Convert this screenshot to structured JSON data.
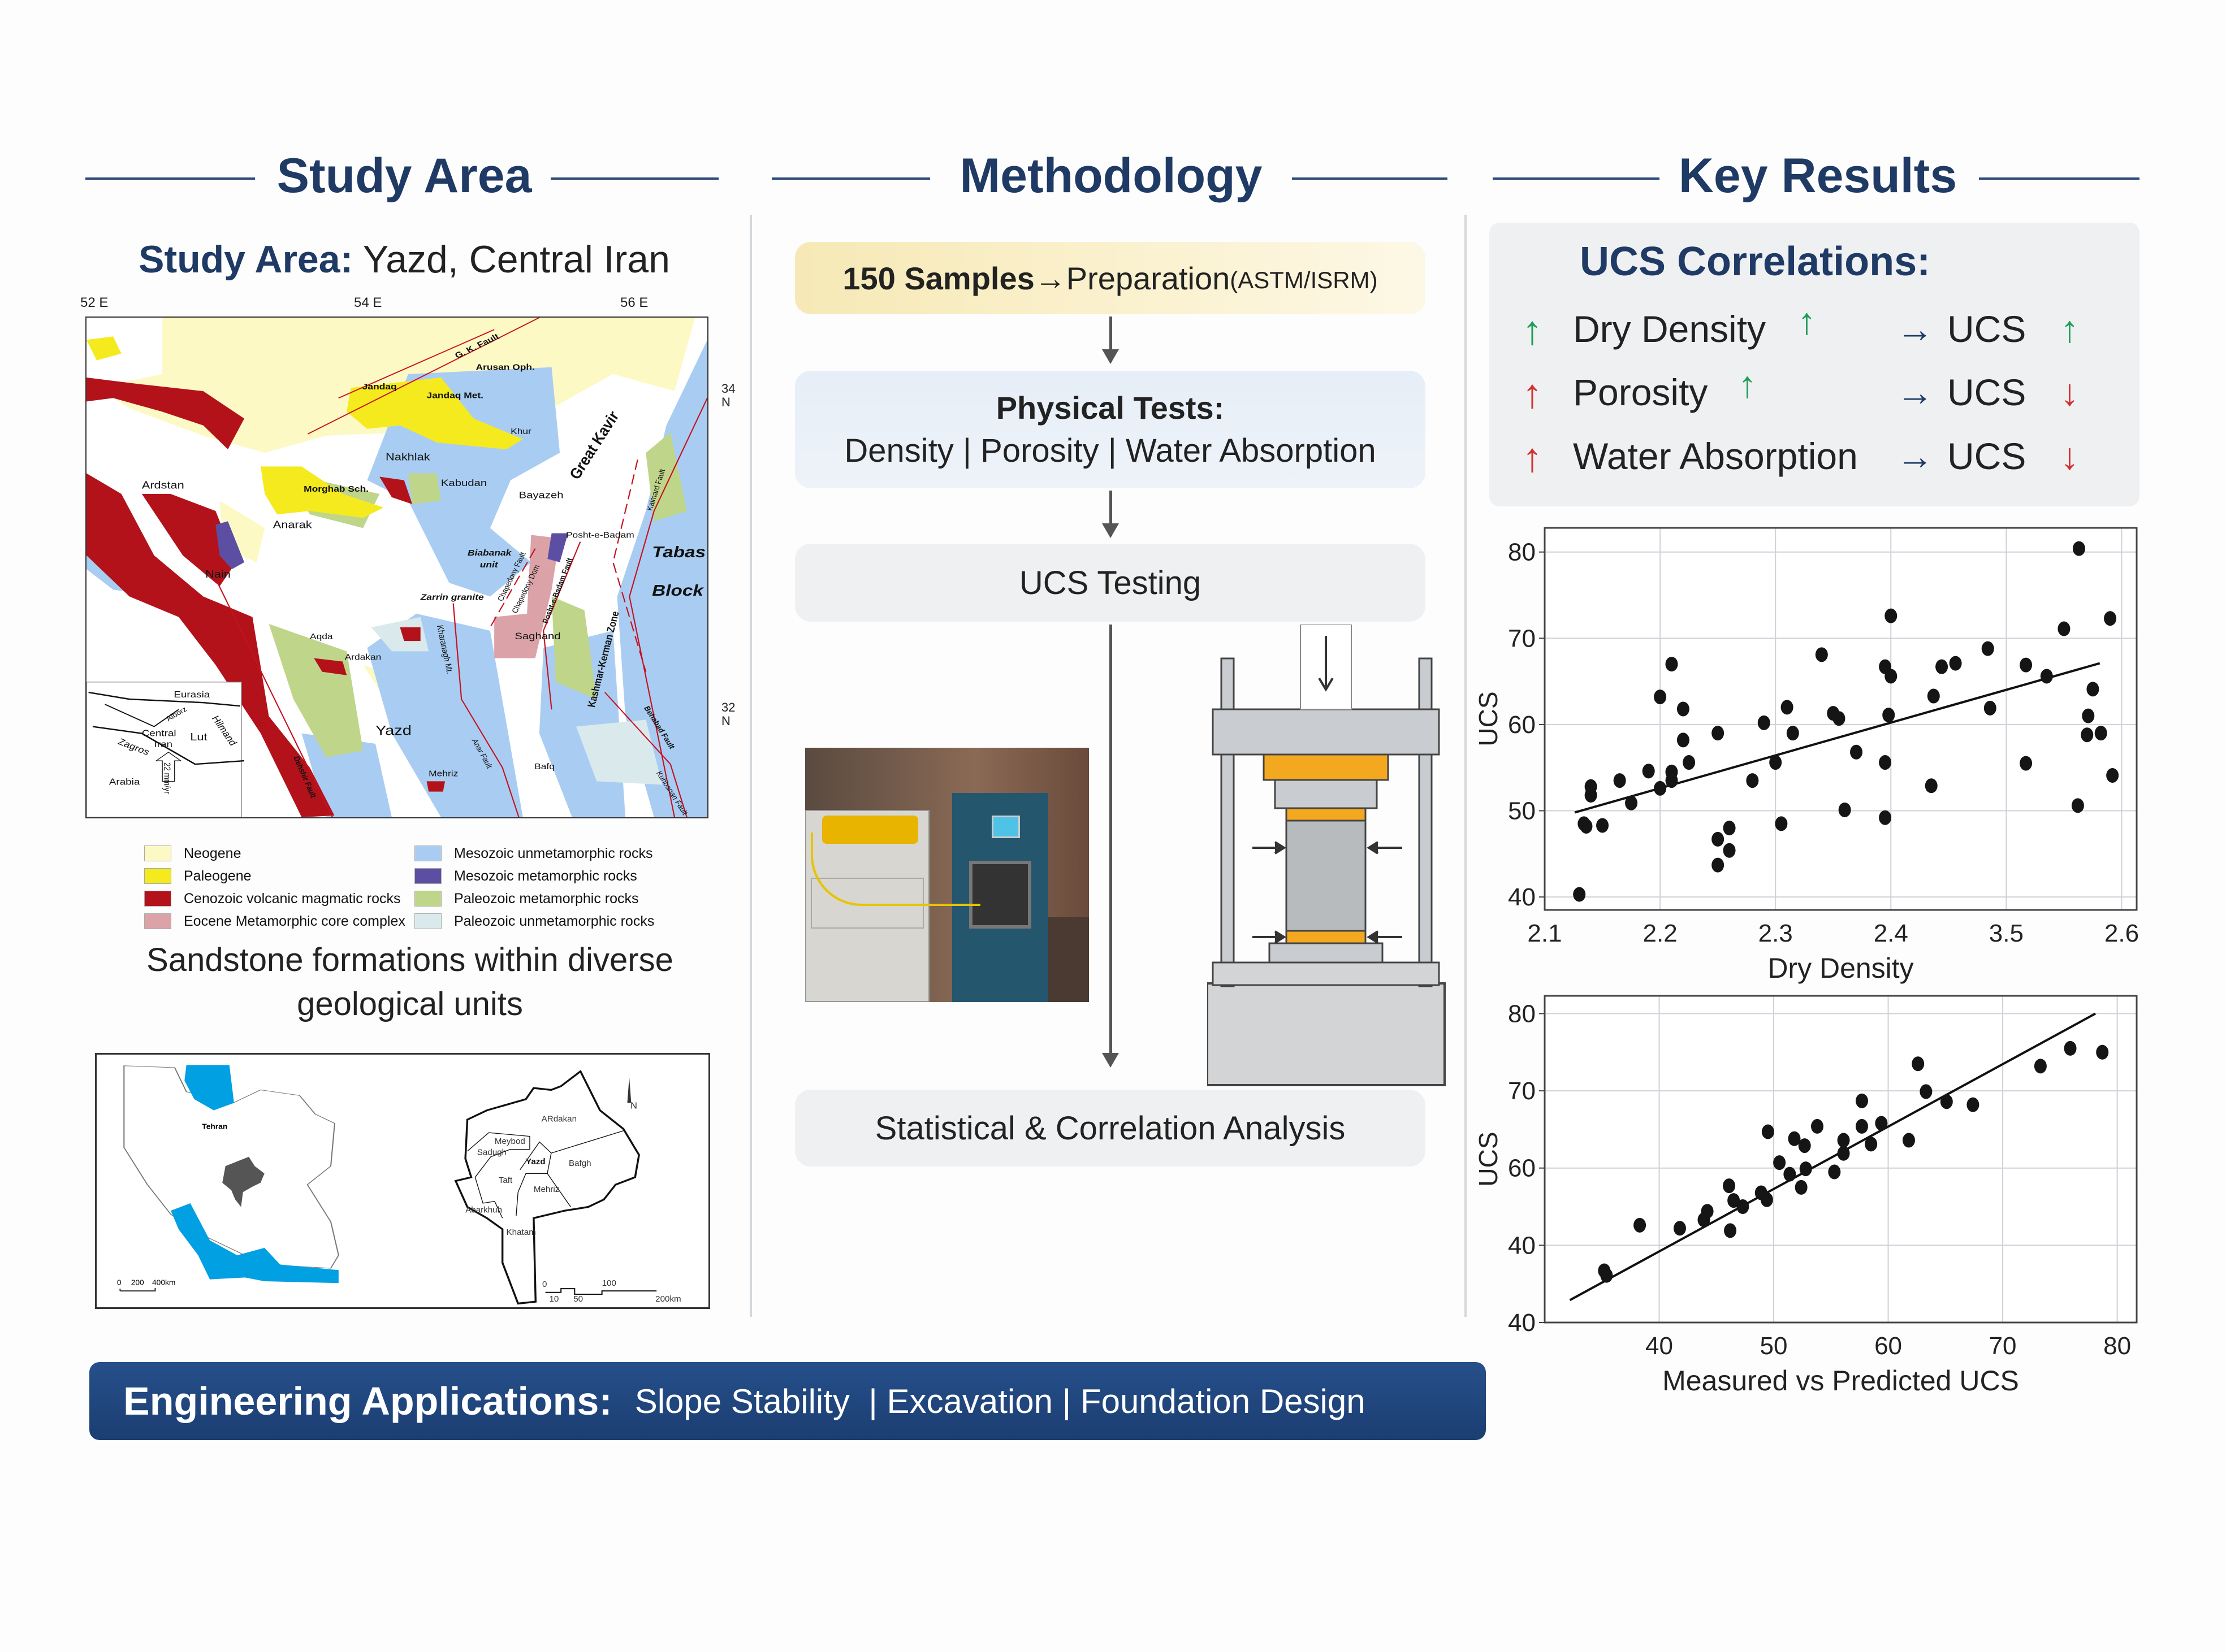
{
  "headers": {
    "study_area": "Study Area",
    "methodology": "Methodology",
    "key_results": "Key Results"
  },
  "study_area": {
    "subtitle_bold": "Study Area:",
    "subtitle_rest": " Yazd, Central Iran",
    "longitudes": [
      "52 E",
      "54 E",
      "56 E"
    ],
    "latitudes": [
      "34",
      "N",
      "32",
      "N"
    ],
    "map_labels": {
      "gk_fault": "G. K. Fault",
      "arusan": "Arusan Oph.",
      "jandaq": "Jandaq",
      "jandaq_met": "Jandaq Met.",
      "khur": "Khur",
      "nakhlak": "Nakhlak",
      "kabudan": "Kabudan",
      "bayazeh": "Bayazeh",
      "great_kavir": "Great Kavir",
      "morghab": "Morghab Sch.",
      "anarak": "Anarak",
      "ardstan": "Ardstan",
      "nain": "Nain",
      "biabanak": "Biabanak",
      "unit": "unit",
      "posht": "Posht-e-Badam",
      "tabas": "Tabas",
      "block": "Block",
      "chapedony_fault": "Chapedony Fault",
      "chapedony_dom": "Chapedony Dom",
      "posht_fault": "Posht-e-Badam Fault",
      "zarrin": "Zarrin granite",
      "saghand": "Saghand",
      "kashmar": "Kashmar-Kerman Zone",
      "kalmard": "Kalmard Fault",
      "aqda": "Aqda",
      "ardakan": "Ardakan",
      "kharanagh": "Kharanagh Mt.",
      "yazd": "Yazd",
      "anar": "Anar Fault",
      "mehriz": "Mehriz",
      "bafq": "Bafq",
      "dehshir": "Dehshir Fault",
      "behabad": "Behabad Fault",
      "kuhbanan": "Kuhbanan Fault"
    },
    "inset_labels": {
      "eurasia": "Eurasia",
      "alborz": "Alborz",
      "central": "Central",
      "iran": "Iran",
      "lut": "Lut",
      "hilmand": "Hilmand",
      "zagros": "Zagros",
      "arabia": "Arabia",
      "rate": "22 mm/yr"
    },
    "legend": [
      {
        "label": "Neogene",
        "color": "#fdf9c4"
      },
      {
        "label": "Paleogene",
        "color": "#f4ea1e"
      },
      {
        "label": "Cenozoic volcanic magmatic rocks",
        "color": "#b3121b"
      },
      {
        "label": "Eocene Metamorphic core complex",
        "color": "#dba3a8"
      },
      {
        "label": "Mesozoic unmetamorphic rocks",
        "color": "#a9cdf2"
      },
      {
        "label": "Mesozoic metamorphic rocks",
        "color": "#5c4fa3"
      },
      {
        "label": "Paleozoic metamorphic rocks",
        "color": "#bfd68a"
      },
      {
        "label": "Paleozoic unmetamorphic rocks",
        "color": "#d9e9ec"
      }
    ],
    "caption_line1": "Sandstone formations within diverse",
    "caption_line2": "geological units",
    "location_map": {
      "tehran": "Tehran",
      "scale_left": [
        "0",
        "200",
        "400km"
      ],
      "districts": {
        "ardakan": "ARdakan",
        "meybod": "Meybod",
        "sadugh": "Sadugh",
        "yazd": "Yazd",
        "bafgh": "Bafgh",
        "taft": "Taft",
        "mehriz": "Mehriz",
        "abarkhuh": "Abarkhuh",
        "khatam": "Khatam"
      },
      "north": "N",
      "scale_right": [
        "0",
        "10",
        "50",
        "100",
        "200km"
      ]
    }
  },
  "methodology": {
    "step1_bold": "150 Samples",
    "step1_arrow": "→",
    "step1_rest": " Preparation",
    "step1_small": " (ASTM/ISRM)",
    "step2_title": "Physical Tests:",
    "step2_items": "Density | Porosity | Water Absorption",
    "step3": "UCS Testing",
    "step4": "Statistical & Correlation Analysis"
  },
  "key_results": {
    "corr_title": "UCS Correlations:",
    "rows": [
      {
        "property": "Dry Density",
        "arrow": "→",
        "target": "UCS",
        "prop_trend": "up",
        "prop_color": "#1f9d55",
        "ucs_trend": "up",
        "ucs_color": "#1f9d55"
      },
      {
        "property": "Porosity",
        "arrow": "→",
        "target": "UCS",
        "prop_trend": "up",
        "prop_color": "#d32f2f",
        "ucs_trend": "down",
        "ucs_color": "#d32f2f"
      },
      {
        "property": "Water Absorption",
        "arrow": "→",
        "target": "UCS",
        "prop_trend": "up",
        "prop_color": "#d32f2f",
        "ucs_trend": "down",
        "ucs_color": "#d32f2f"
      }
    ]
  },
  "chart_data": [
    {
      "type": "scatter",
      "xlabel": "Dry Density",
      "ylabel": "UCS",
      "xlim": [
        2.1,
        2.613
      ],
      "ylim": [
        38.5,
        82.8
      ],
      "xticks": [
        2.1,
        2.2,
        2.3,
        2.4,
        2.5,
        2.6
      ],
      "xtick_labels": [
        "2.1",
        "2.2",
        "2.3",
        "2.4",
        "3.5",
        "2.6"
      ],
      "yticks": [
        40,
        50,
        60,
        70,
        80
      ],
      "ytick_labels": [
        "40",
        "50",
        "60",
        "70",
        "80"
      ],
      "grid": true,
      "fit_line": [
        [
          2.126,
          49.8
        ],
        [
          2.581,
          67.1
        ]
      ],
      "points": [
        [
          2.13,
          40.3
        ],
        [
          2.134,
          48.5
        ],
        [
          2.136,
          48.2
        ],
        [
          2.15,
          48.3
        ],
        [
          2.14,
          52.8
        ],
        [
          2.14,
          51.8
        ],
        [
          2.165,
          53.5
        ],
        [
          2.175,
          50.9
        ],
        [
          2.19,
          54.6
        ],
        [
          2.2,
          52.6
        ],
        [
          2.21,
          53.5
        ],
        [
          2.2,
          63.2
        ],
        [
          2.21,
          67.0
        ],
        [
          2.21,
          54.5
        ],
        [
          2.22,
          61.8
        ],
        [
          2.22,
          58.2
        ],
        [
          2.225,
          55.6
        ],
        [
          2.25,
          59.0
        ],
        [
          2.25,
          46.7
        ],
        [
          2.25,
          43.7
        ],
        [
          2.26,
          48.0
        ],
        [
          2.26,
          45.4
        ],
        [
          2.28,
          53.5
        ],
        [
          2.29,
          60.2
        ],
        [
          2.3,
          55.6
        ],
        [
          2.305,
          48.5
        ],
        [
          2.31,
          62.0
        ],
        [
          2.315,
          59.0
        ],
        [
          2.34,
          68.1
        ],
        [
          2.35,
          61.3
        ],
        [
          2.355,
          60.7
        ],
        [
          2.37,
          56.8
        ],
        [
          2.36,
          50.1
        ],
        [
          2.395,
          66.7
        ],
        [
          2.4,
          65.6
        ],
        [
          2.4,
          72.6
        ],
        [
          2.395,
          55.6
        ],
        [
          2.398,
          61.1
        ],
        [
          2.395,
          49.2
        ],
        [
          2.435,
          52.9
        ],
        [
          2.437,
          63.3
        ],
        [
          2.444,
          66.7
        ],
        [
          2.456,
          67.1
        ],
        [
          2.484,
          68.8
        ],
        [
          2.486,
          61.9
        ],
        [
          2.517,
          66.9
        ],
        [
          2.517,
          55.5
        ],
        [
          2.535,
          65.6
        ],
        [
          2.55,
          71.1
        ],
        [
          2.563,
          80.4
        ],
        [
          2.562,
          50.6
        ],
        [
          2.575,
          64.1
        ],
        [
          2.571,
          61.0
        ],
        [
          2.57,
          58.8
        ],
        [
          2.582,
          59.0
        ],
        [
          2.59,
          72.3
        ],
        [
          2.592,
          54.1
        ]
      ]
    },
    {
      "type": "scatter",
      "xlabel": "Measured vs Predicted UCS",
      "ylabel": "UCS",
      "xlim": [
        30,
        81.7
      ],
      "ylim": [
        40,
        82.3
      ],
      "xticks": [
        40,
        50,
        60,
        70,
        80
      ],
      "xtick_labels": [
        "40",
        "50",
        "60",
        "70",
        "80"
      ],
      "yticks": [
        40,
        50,
        60,
        70,
        80
      ],
      "ytick_labels": [
        "40",
        "40",
        "60",
        "70",
        "80"
      ],
      "grid": true,
      "fit_line": [
        [
          32.2,
          42.9
        ],
        [
          78.1,
          80.0
        ]
      ],
      "points": [
        [
          35.2,
          46.7
        ],
        [
          35.4,
          46.1
        ],
        [
          38.3,
          52.6
        ],
        [
          41.8,
          52.2
        ],
        [
          43.9,
          53.3
        ],
        [
          44.2,
          54.4
        ],
        [
          46.2,
          51.9
        ],
        [
          46.1,
          57.7
        ],
        [
          46.5,
          55.8
        ],
        [
          47.3,
          55.0
        ],
        [
          48.9,
          56.8
        ],
        [
          49.4,
          55.9
        ],
        [
          49.5,
          64.7
        ],
        [
          50.5,
          60.7
        ],
        [
          51.4,
          59.2
        ],
        [
          51.8,
          63.8
        ],
        [
          52.4,
          57.5
        ],
        [
          52.7,
          62.9
        ],
        [
          52.8,
          59.9
        ],
        [
          53.8,
          65.4
        ],
        [
          55.3,
          59.5
        ],
        [
          56.1,
          63.6
        ],
        [
          56.1,
          61.9
        ],
        [
          57.7,
          68.7
        ],
        [
          57.7,
          65.4
        ],
        [
          58.5,
          63.1
        ],
        [
          59.4,
          65.8
        ],
        [
          61.8,
          63.6
        ],
        [
          62.6,
          73.5
        ],
        [
          63.3,
          69.9
        ],
        [
          65.1,
          68.6
        ],
        [
          67.4,
          68.2
        ],
        [
          73.3,
          73.2
        ],
        [
          75.9,
          75.5
        ],
        [
          78.7,
          75.0
        ]
      ]
    }
  ],
  "banner": {
    "title": "Engineering Applications:",
    "items": "Slope Stability  | Excavation | Foundation Design"
  },
  "colors": {
    "navy": "#1f3a64",
    "banner": "#1f4680",
    "up_green": "#1f9d55",
    "down_red": "#d32f2f"
  }
}
